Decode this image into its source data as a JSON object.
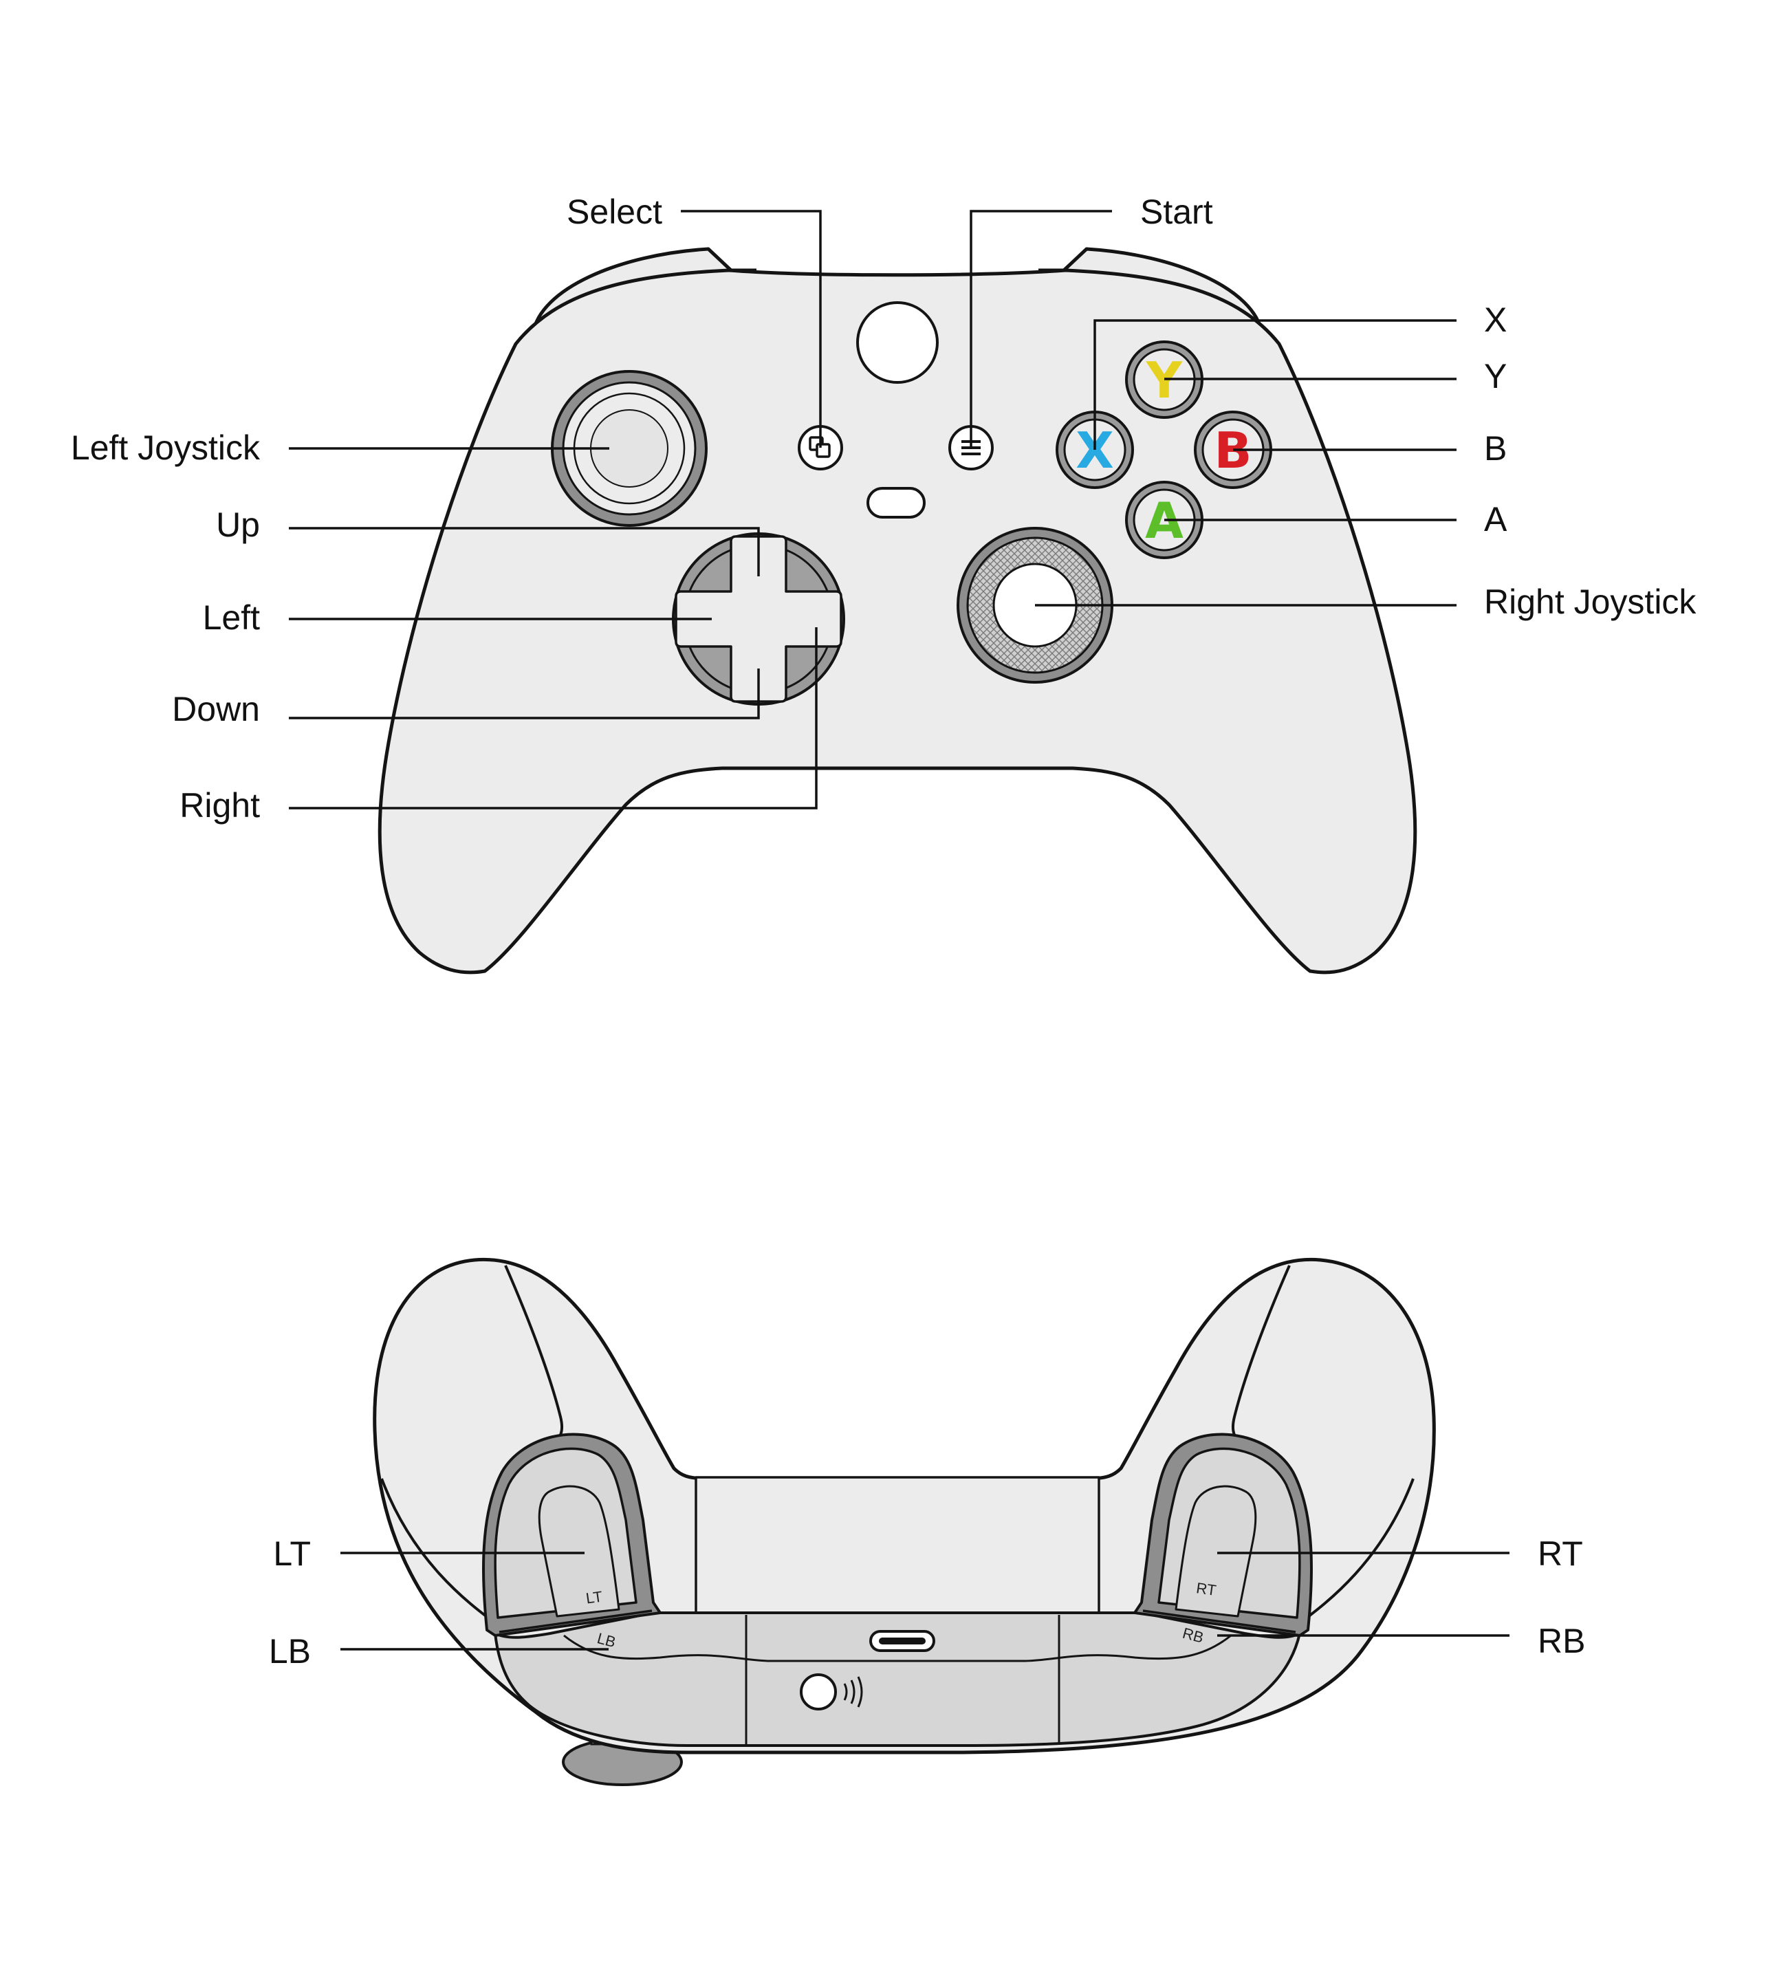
{
  "front_view": {
    "labels": {
      "select": "Select",
      "start": "Start",
      "x": "X",
      "y": "Y",
      "b": "B",
      "a": "A",
      "left_joystick": "Left Joystick",
      "up": "Up",
      "left": "Left",
      "down": "Down",
      "right": "Right",
      "right_joystick": "Right Joystick"
    },
    "face_buttons": {
      "y": {
        "letter": "Y",
        "color": "#e6d21e"
      },
      "x": {
        "letter": "X",
        "color": "#27a9e1"
      },
      "b": {
        "letter": "B",
        "color": "#d81f26"
      },
      "a": {
        "letter": "A",
        "color": "#5cbf2a"
      }
    },
    "icons": {
      "select": "view-icon",
      "start": "menu-icon",
      "guide": "guide-button"
    },
    "colors": {
      "body": "#ececec",
      "outline": "#141414",
      "rim": "#8a8a8a"
    }
  },
  "top_view": {
    "labels": {
      "lt": "LT",
      "lb": "LB",
      "rt": "RT",
      "rb": "RB"
    },
    "embossed": {
      "lt": "LT",
      "lb": "LB",
      "rt": "RT",
      "rb": "RB"
    },
    "icons": {
      "port": "usb-c-port-icon",
      "pair": "pair-button-icon"
    }
  }
}
